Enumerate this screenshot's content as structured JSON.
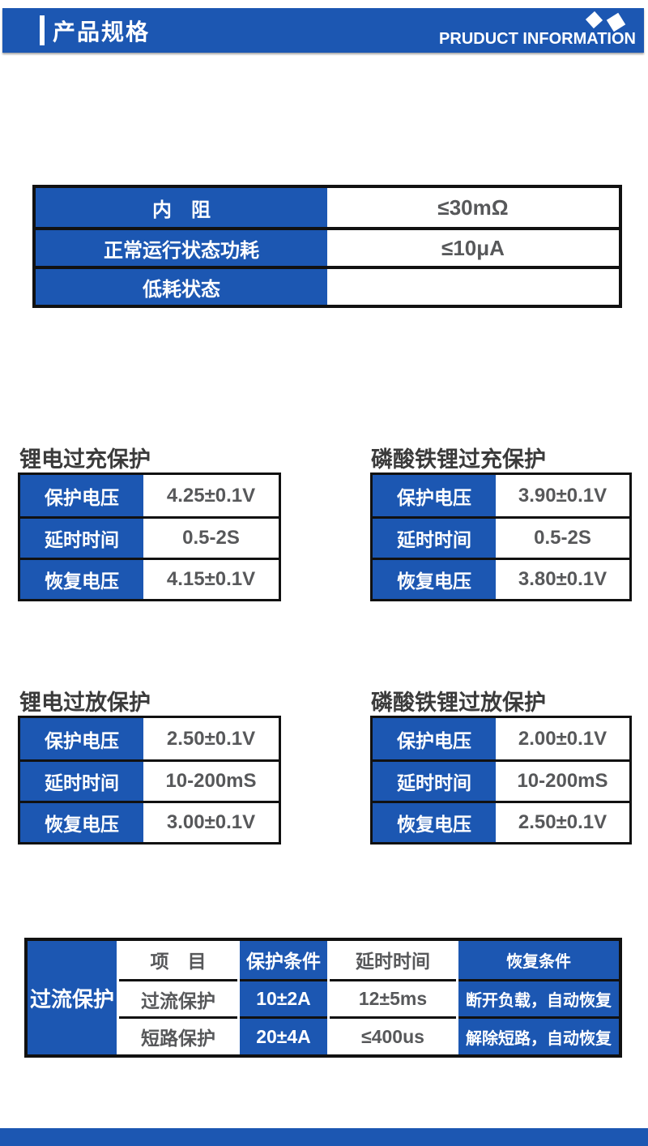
{
  "colors": {
    "blue": "#1c57b2",
    "border_black": "#111111",
    "value_gray": "#57585a",
    "title_gray": "#3b3b3b"
  },
  "header": {
    "title": "产品规格",
    "subtitle": "PRUDUCT INFORMATION"
  },
  "spec_table": {
    "rows": [
      {
        "label": "内　阻",
        "value": "≤30mΩ"
      },
      {
        "label": "正常运行状态功耗",
        "value": "≤10μA"
      },
      {
        "label": "低耗状态",
        "value": ""
      }
    ]
  },
  "protection_tables": [
    {
      "title": "锂电过充保护",
      "rows": [
        [
          "保护电压",
          "4.25±0.1V"
        ],
        [
          "延时时间",
          "0.5-2S"
        ],
        [
          "恢复电压",
          "4.15±0.1V"
        ]
      ]
    },
    {
      "title": "磷酸铁锂过充保护",
      "rows": [
        [
          "保护电压",
          "3.90±0.1V"
        ],
        [
          "延时时间",
          "0.5-2S"
        ],
        [
          "恢复电压",
          "3.80±0.1V"
        ]
      ]
    },
    {
      "title": "锂电过放保护",
      "rows": [
        [
          "保护电压",
          "2.50±0.1V"
        ],
        [
          "延时时间",
          "10-200mS"
        ],
        [
          "恢复电压",
          "3.00±0.1V"
        ]
      ]
    },
    {
      "title": "磷酸铁锂过放保护",
      "rows": [
        [
          "保护电压",
          "2.00±0.1V"
        ],
        [
          "延时时间",
          "10-200mS"
        ],
        [
          "恢复电压",
          "2.50±0.1V"
        ]
      ]
    }
  ],
  "overcurrent_table": {
    "row_header": "过流保护",
    "columns": [
      "项　目",
      "保护条件",
      "延时时间",
      "恢复条件"
    ],
    "rows": [
      [
        "过流保护",
        "10±2A",
        "12±5ms",
        "断开负载，自动恢复"
      ],
      [
        "短路保护",
        "20±4A",
        "≤400us",
        "解除短路，自动恢复"
      ]
    ]
  }
}
